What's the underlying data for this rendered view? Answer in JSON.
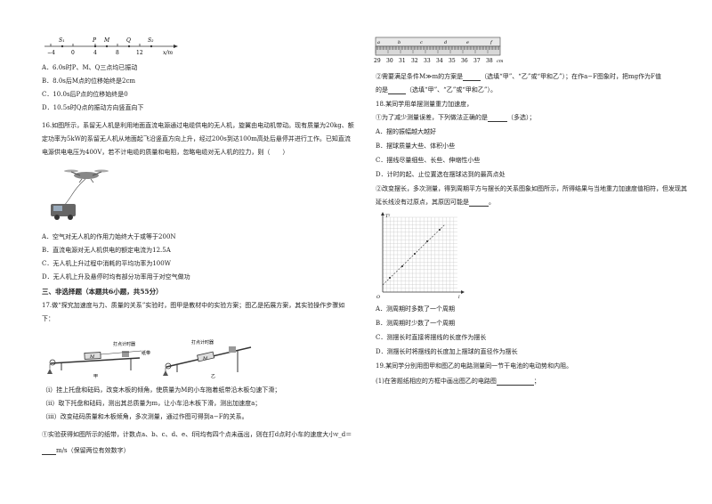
{
  "left": {
    "axis": {
      "labels": [
        "−4",
        "0",
        "4",
        "8",
        "12"
      ],
      "unit": "x/m",
      "points": [
        "S₁",
        "P",
        "M",
        "Q",
        "S₂"
      ]
    },
    "q15_options": [
      "A．6.0s时P、M、Q三点均已振动",
      "B．8.0s后M点的位移始终是2cm",
      "C．10.0s后P点的位移始终是0",
      "D．10.5s时Q点的振动方向竖直向下"
    ],
    "q16_lines": [
      "16.如图所示，系留无人机是利用地面直流电源通过电缆供电的无人机，旋翼由电动机带动。现有质量为20kg、额",
      "定功率为5kW的系留无人机从地面起飞沿竖直方向上升，经过200s到达100m高处后悬停并进行工作。已知直流",
      "电源供电电压为400V，若不计电缆的质量和电阻，忽略电缆对无人机的拉力，则（　　）"
    ],
    "q16_options": [
      "A．空气对无人机的作用力始终大于或等于200N",
      "B．直流电源对无人机供电的额定电流为12.5A",
      "C．无人机上升过程中消耗的平均功率为100W",
      "D．无人机上升及悬停时均有部分功率用于对空气做功"
    ],
    "section3": "三、非选择题（本题共6小题，共55分）",
    "q17_lines": [
      "17.做“探究加速度与力、质量的关系”实验时，图甲是教材中的实验方案；图乙是拓展方案，其实验操作步骤如",
      "下："
    ],
    "fig_labels": {
      "timer1": "打点计时器",
      "timer2": "打点计时器",
      "tape": "纸带",
      "mass1": "M",
      "mass2": "M",
      "jia": "甲",
      "yi": "乙"
    },
    "steps": [
      "（ⅰ）挂上托盘和砝码，改变木板的倾角，使质量为M的小车拖着纸带沿木板匀速下滑；",
      "（ⅱ）取下托盘和砝码，测出其总质量为m，让小车沿木板下滑，测出加速度a；",
      "（ⅲ）改变砝码质量和木板倾角，多次测量，通过作图可得到a−F的关系。"
    ],
    "q17_1": "①实验获得如图所示的纸带，计数点a、b、c、d、e、f间均有四个点未画出，则在打d点时小车的速度大小v_d＝",
    "q17_1b": "m/s（保留两位有效数字）"
  },
  "right": {
    "ruler": {
      "letters": [
        "a",
        "b",
        "c",
        "d",
        "e",
        "f"
      ],
      "numbers": [
        "29",
        "30",
        "31",
        "32",
        "33",
        "34",
        "35",
        "36",
        "37",
        "38"
      ],
      "unit": "cm"
    },
    "q17_2a": "②需要满足条件M≫m的方案是",
    "q17_2b": "（选填“甲”、“乙”或“甲和乙”）；在作a−F图象时，把mg作为F值",
    "q17_2c": "的是",
    "q17_2d": "（选填“甲”、“乙”或“甲和乙”）。",
    "q18_title": "18.某同学用单摆测量重力加速度，",
    "q18_1": "①为了减少测量误差，下列做法正确的是",
    "q18_1b": "（多选）；",
    "q18_1_options": [
      "A．摆的振幅越大越好",
      "B．摆球质量大些、体积小些",
      "C．摆线尽量细些、长些、伸缩性小些",
      "D．计时的起、止位置选在摆球达到的最高点处"
    ],
    "q18_2a": "②改变摆长，多次测量，得到周期平方与摆长的关系图象如图所示，所得结果与当地重力加速度值相符，但发现其",
    "q18_2b": "延长线没有过原点，其原因可能是",
    "graph": {
      "ylabel": "T²",
      "xlabel": "l",
      "origin": "O"
    },
    "q18_2_options": [
      "A．测周期时多数了一个周期",
      "B．测周期时少数了一个周期",
      "C．测摆长时直接将摆线的长度作为摆长",
      "D．测摆长时将摆线的长度加上摆球的直径作为摆长"
    ],
    "q19": "19.某同学分别用图甲和图乙的电路测量同一节干电池的电动势和内阻。",
    "q19_1": "(1)在答题纸相应的方框中画出图乙的电路图",
    "q19_1b": "；"
  }
}
